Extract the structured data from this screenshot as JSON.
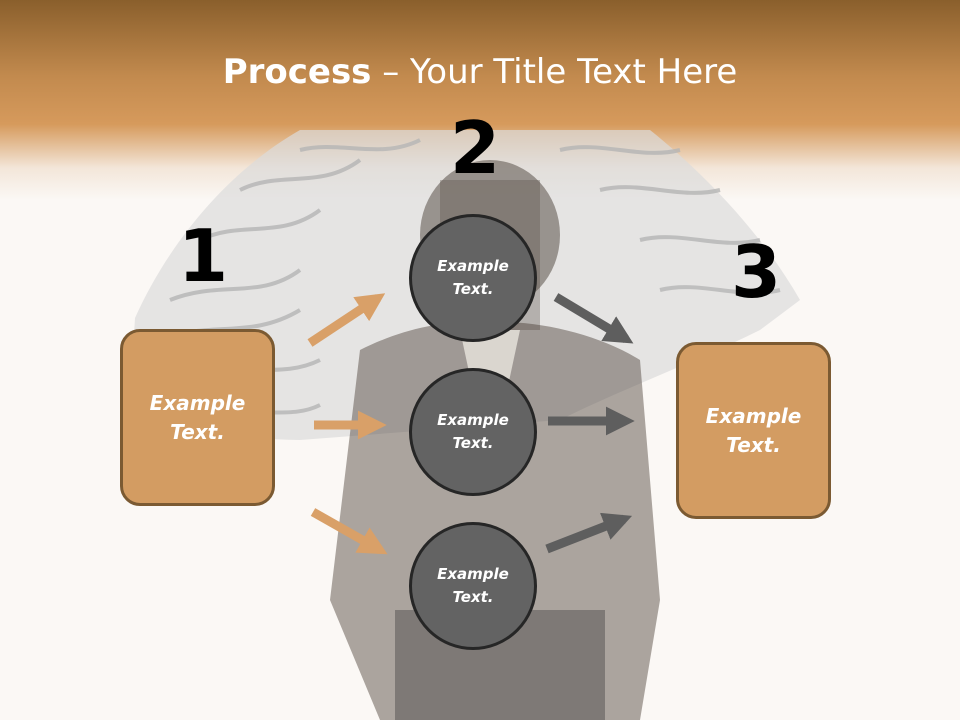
{
  "title": {
    "strong": "Process",
    "rest": " – Your Title Text Here"
  },
  "steps": [
    {
      "number": "1",
      "label": "Example Text."
    },
    {
      "number": "2"
    },
    {
      "number": "3",
      "label": "Example Text."
    }
  ],
  "circles": [
    {
      "label": "Example Text."
    },
    {
      "label": "Example Text."
    },
    {
      "label": "Example Text."
    }
  ],
  "colors": {
    "box_fill": "#d39c62",
    "box_border": "#7b5a32",
    "circle_fill": "#636363",
    "circle_border": "#262626",
    "arrow_orange": "#d9a068",
    "arrow_gray": "#5e5e5e",
    "header_brown": "#c28a4e"
  }
}
